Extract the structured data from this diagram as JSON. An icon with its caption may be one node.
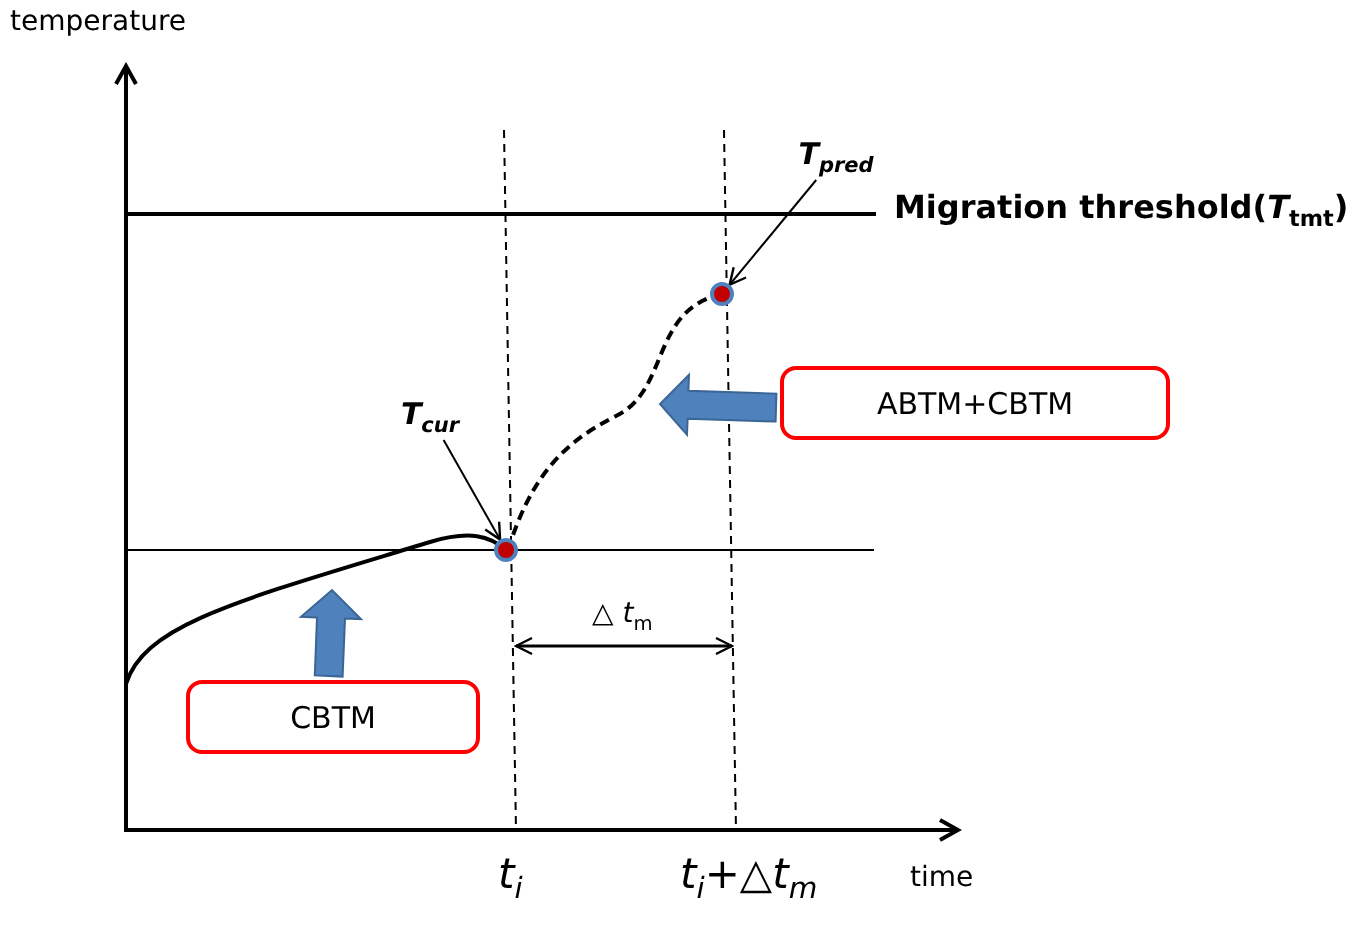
{
  "diagram": {
    "nodes": [
      {
        "text": [
          "T$_{pred}$"
        ]
      },
      {
        "text": [],
        "shape": "circle"
      },
      {
        "text": [
          "ABTM+CBTM"
        ]
      },
      {
        "text": [
          "T$_{cur}$"
        ]
      },
      {
        "text": [],
        "shape": "circle"
      },
      {
        "text": [
          "CBTM"
        ]
      }
    ],
    "edges": [
      {
        "from": 0,
        "to": 1,
        "arrow": "to"
      },
      {
        "from": 3,
        "to": 4,
        "arrow": "to"
      },
      {
        "from": 2,
        "to": null,
        "arrow": "to",
        "style": "thick",
        "color": "#4f81bd"
      },
      {
        "from": 5,
        "to": null,
        "arrow": "to",
        "style": "thick",
        "color": "#4f81bd"
      }
    ],
    "labels": [
      "temperature",
      "Migration threshold(*T*$_{tmt}$)",
      "△ *t*$_{m}$",
      "t$_{i}$",
      "t$_{i}$+△t$_{m}$",
      "time"
    ]
  }
}
